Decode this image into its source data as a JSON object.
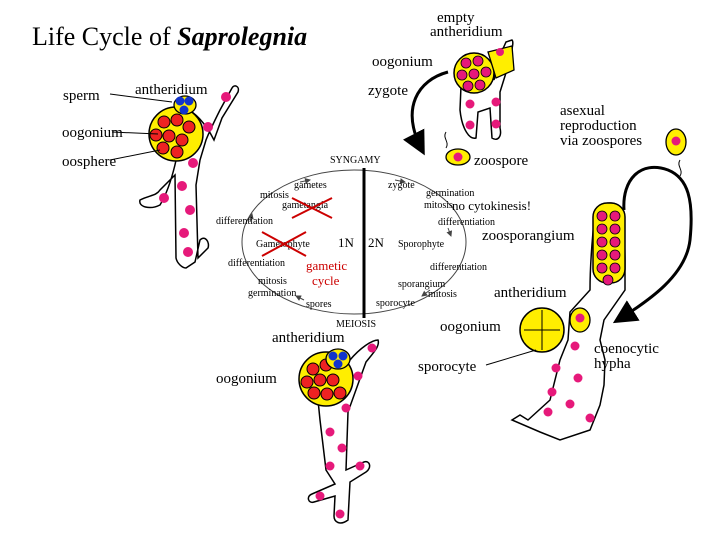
{
  "title": {
    "prefix": "Life Cycle of ",
    "genus": "Saprolegnia"
  },
  "labels": {
    "empty_antheridium": [
      "empty",
      "antheridium"
    ],
    "oogonium_top": "oogonium",
    "zygote_top": "zygote",
    "sperm": "sperm",
    "antheridium_left": "antheridium",
    "oogonium_left": "oogonium",
    "oosphere": "oosphere",
    "zoospore": "zoospore",
    "asexual": [
      "asexual",
      "reproduction",
      "via zoospores"
    ],
    "zoosporangium": "zoosporangium",
    "antheridium_right": "antheridium",
    "oogonium_right": "oogonium",
    "sporocyte_right": "sporocyte",
    "coenocytic": [
      "coenocytic",
      "hypha"
    ],
    "antheridium_bottom": "antheridium",
    "oogonium_bottom": "oogonium"
  },
  "cycle": {
    "syngamy": "SYNGAMY",
    "meiosis": "MEIOSIS",
    "one_n": "1N",
    "two_n": "2N",
    "gametic_cycle": [
      "gametic",
      "cycle"
    ],
    "no_cytokinesis": "no cytokinesis!",
    "left": {
      "gametes": "gametes",
      "mitosis_top": "mitosis",
      "gametangia": "gametangia",
      "differentiation_top": "differentiation",
      "gametophyte": "Gametophyte",
      "differentiation_mid": "differentiation",
      "mitosis_bottom": "mitosis",
      "germination": "germination",
      "spores": "spores"
    },
    "right": {
      "zygote": "zygote",
      "germination": "germination",
      "mitosis": "mitosis",
      "differentiation_top": "differentiation",
      "sporophyte": "Sporophyte",
      "differentiation_mid": "differentiation",
      "sporangium": "sporangium",
      "mitosis_bottom": "mitosis",
      "sporocyte": "sporocyte"
    }
  },
  "colors": {
    "hypha": "#ffffff",
    "oogonium_fill": "#ffee00",
    "nucleus_magenta": "#e6197a",
    "nucleus_red": "#ee2222",
    "sperm_blue": "#1133cc",
    "cross_red": "#cc0000"
  },
  "icons": [
    "curved-arrow-icon",
    "cycle-arrow-icon",
    "red-cross-icon"
  ]
}
